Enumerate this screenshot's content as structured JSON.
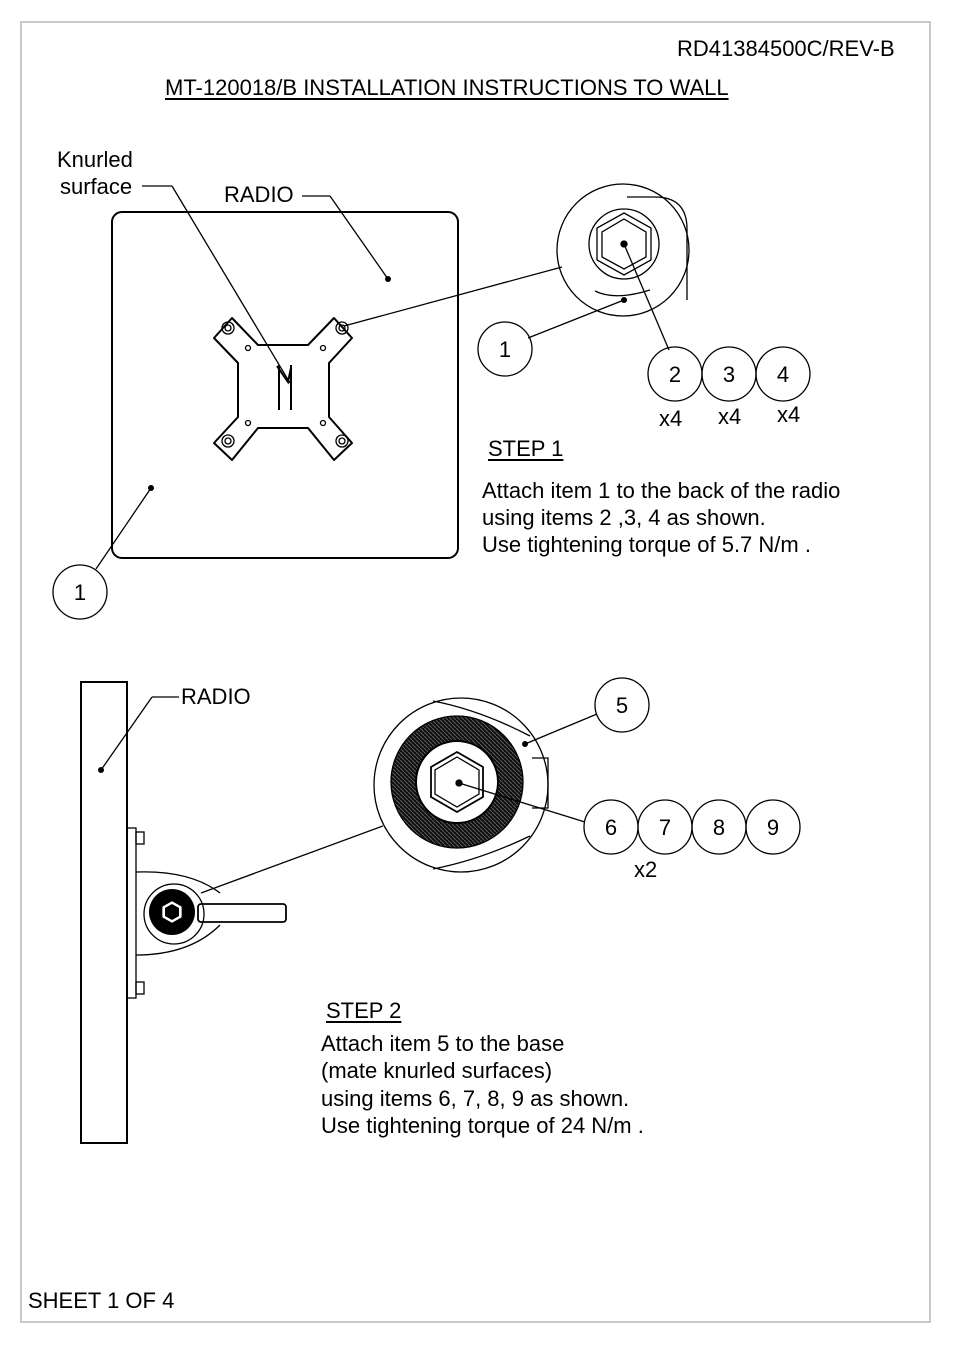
{
  "header": {
    "doc_number": "RD41384500C/REV-B",
    "title": "MT-120018/B INSTALLATION INSTRUCTIONS TO WALL"
  },
  "step1": {
    "heading": "STEP 1",
    "lines": [
      "Attach item 1 to the back of the radio",
      "using items 2 ,3, 4 as shown.",
      "Use tightening torque of 5.7 N/m ."
    ],
    "labels": {
      "knurled_line1": "Knurled",
      "knurled_line2": "surface",
      "radio": "RADIO"
    },
    "balloons": {
      "item1_detail": "1",
      "item1_main": "1",
      "item2": "2",
      "item3": "3",
      "item4": "4"
    },
    "quantities": {
      "item2": "x4",
      "item3": "x4",
      "item4": "x4"
    }
  },
  "step2": {
    "heading": "STEP 2",
    "lines": [
      "Attach item 5 to the base",
      "(mate knurled surfaces)",
      "using items 6, 7, 8, 9 as shown.",
      "Use tightening torque of 24 N/m  ."
    ],
    "labels": {
      "radio": "RADIO"
    },
    "balloons": {
      "item5": "5",
      "item6": "6",
      "item7": "7",
      "item8": "8",
      "item9": "9"
    },
    "quantities": {
      "items": "x2"
    }
  },
  "footer": {
    "sheet": "SHEET 1 OF 4"
  }
}
